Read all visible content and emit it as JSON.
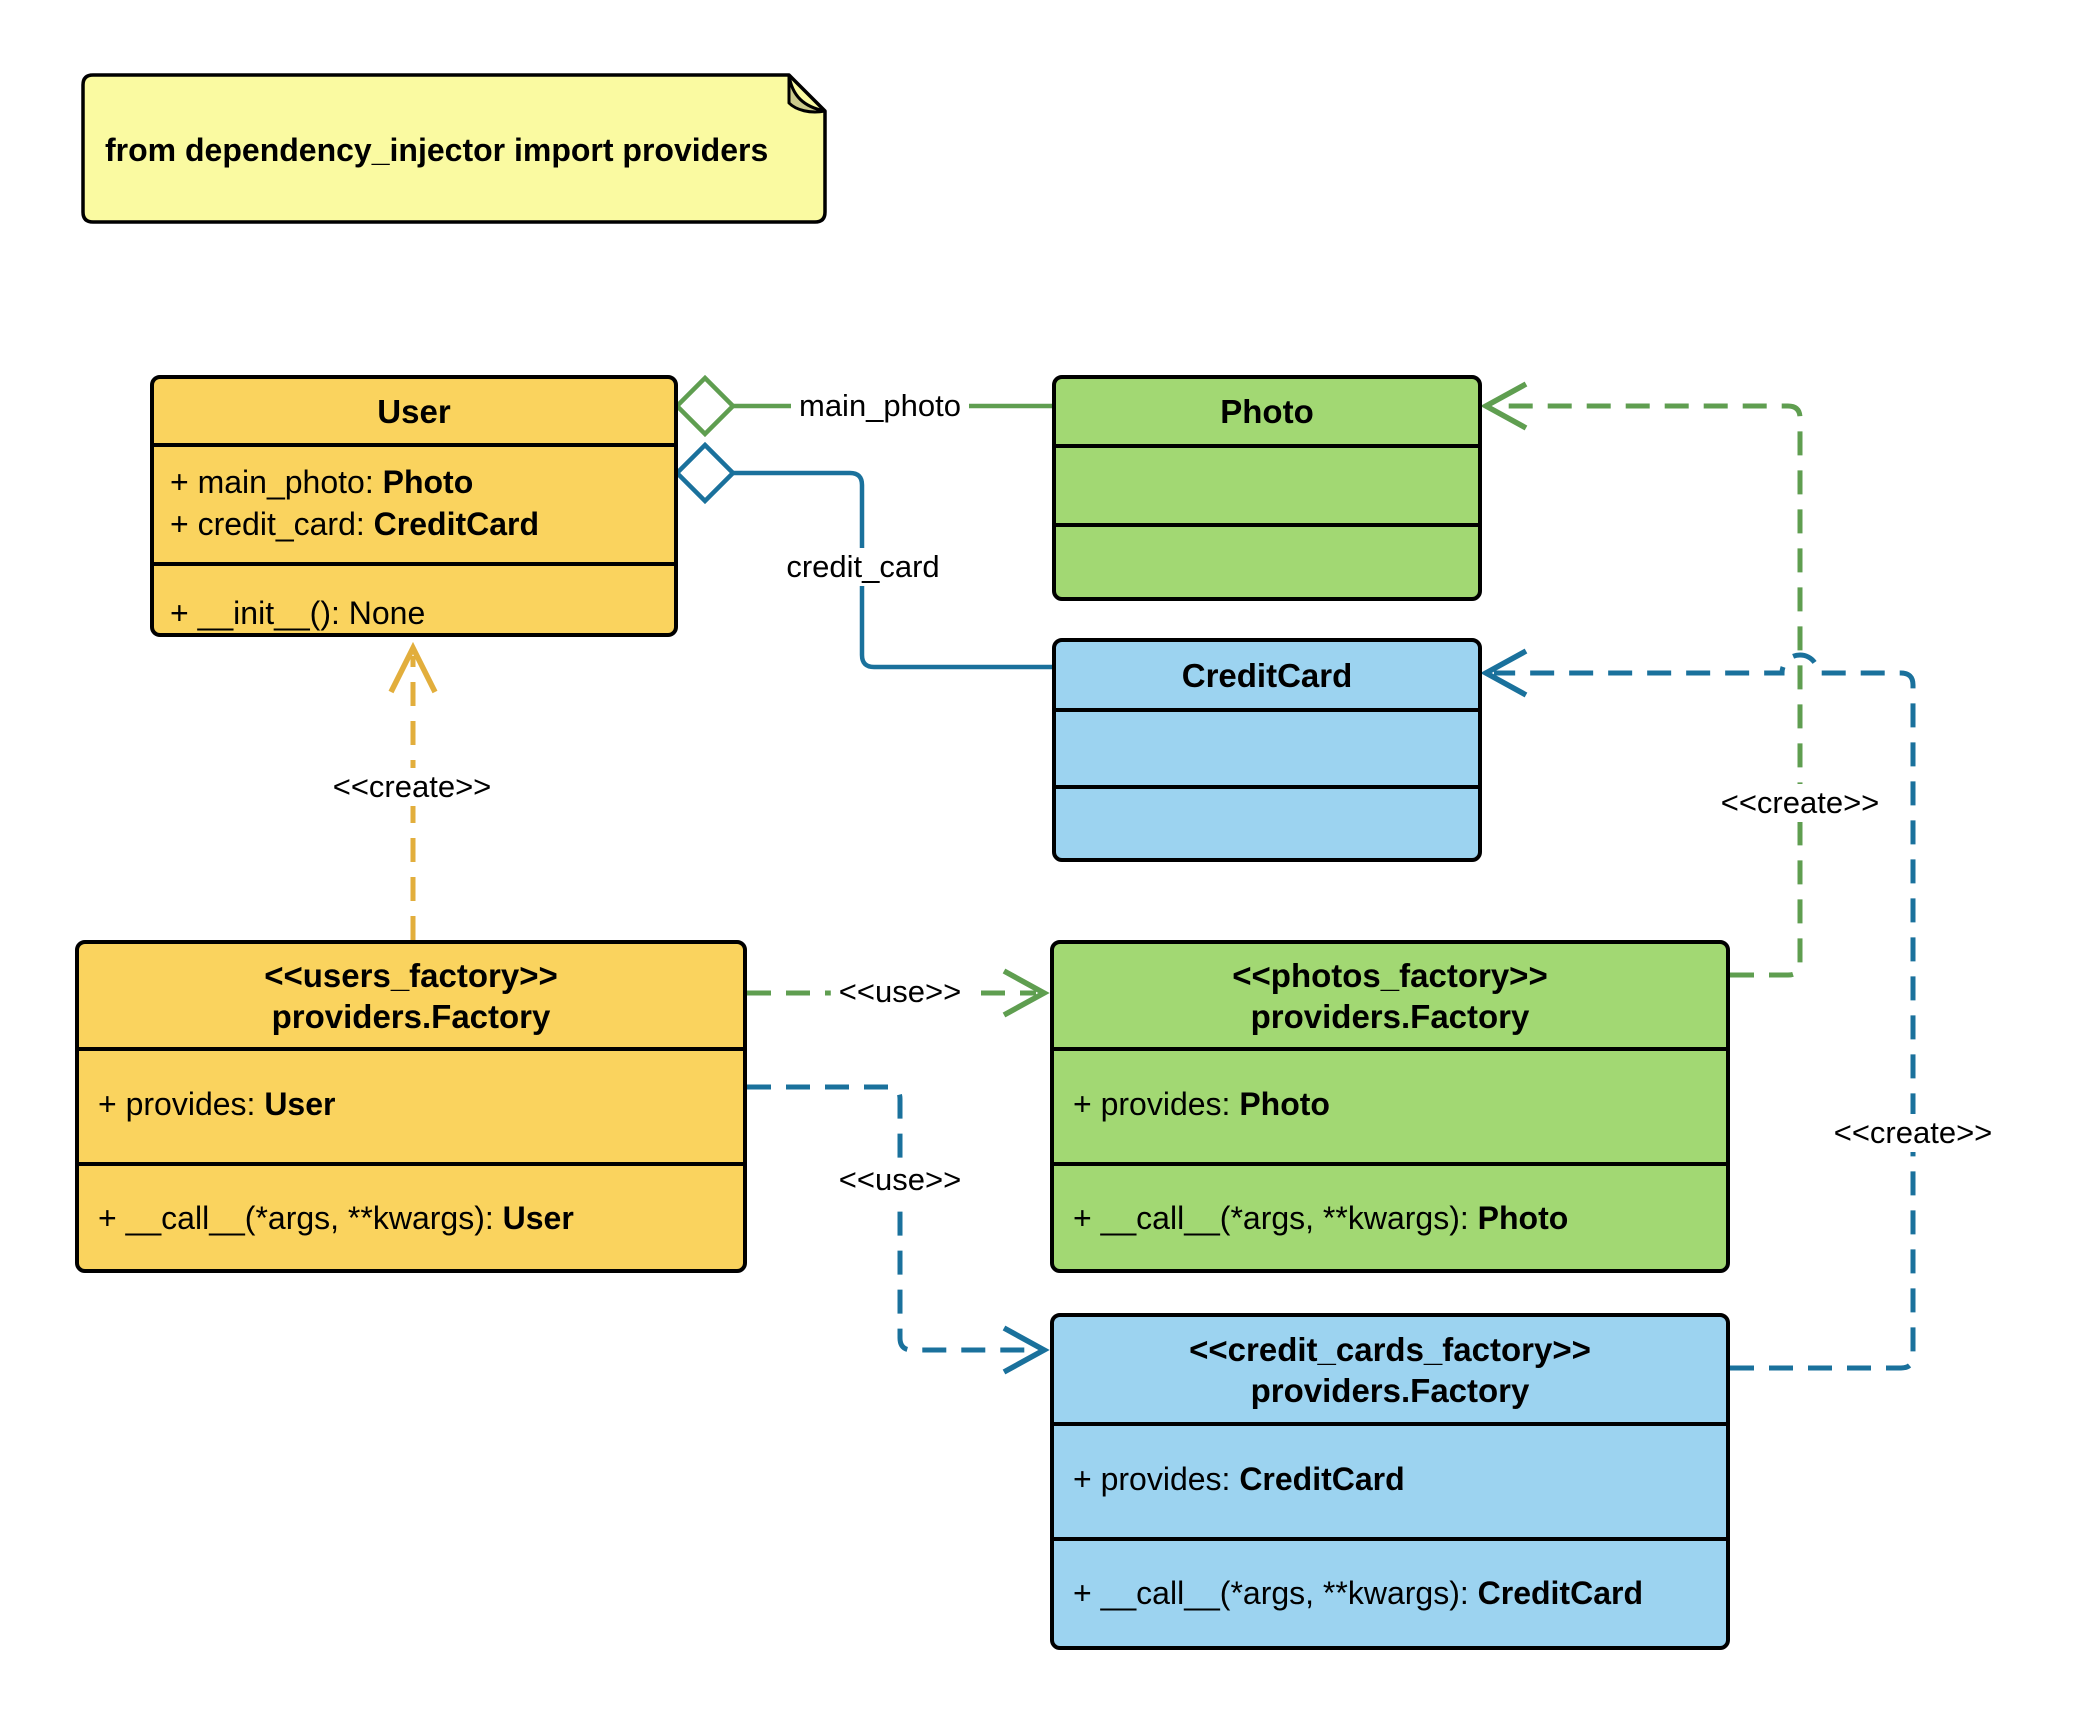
{
  "note": {
    "text": "from dependency_injector import providers"
  },
  "classes": {
    "user": {
      "title": "User",
      "attributes": [
        {
          "text": "+ main_photo: ",
          "type": "Photo"
        },
        {
          "text": "+ credit_card: ",
          "type": "CreditCard"
        }
      ],
      "methods": [
        {
          "text": "+ __init__(): None",
          "type": ""
        }
      ]
    },
    "photo": {
      "title": "Photo",
      "attributes": [],
      "methods": []
    },
    "credit_card": {
      "title": "CreditCard",
      "attributes": [],
      "methods": []
    },
    "users_factory": {
      "stereotype": "<<users_factory>>",
      "title": "providers.Factory",
      "attributes": [
        {
          "text": "+ provides: ",
          "type": "User"
        }
      ],
      "methods": [
        {
          "text": "+ __call__(*args, **kwargs): ",
          "type": "User"
        }
      ]
    },
    "photos_factory": {
      "stereotype": "<<photos_factory>>",
      "title": "providers.Factory",
      "attributes": [
        {
          "text": "+ provides: ",
          "type": "Photo"
        }
      ],
      "methods": [
        {
          "text": "+ __call__(*args, **kwargs): ",
          "type": "Photo"
        }
      ]
    },
    "credit_cards_factory": {
      "stereotype": "<<credit_cards_factory>>",
      "title": "providers.Factory",
      "attributes": [
        {
          "text": "+ provides: ",
          "type": "CreditCard"
        }
      ],
      "methods": [
        {
          "text": "+ __call__(*args, **kwargs): ",
          "type": "CreditCard"
        }
      ]
    }
  },
  "edges": [
    {
      "from": "User",
      "to": "Photo",
      "relation": "aggregation",
      "style": "solid",
      "color": "#5F9E50",
      "label": "main_photo"
    },
    {
      "from": "User",
      "to": "CreditCard",
      "relation": "aggregation",
      "style": "solid",
      "color": "#1A719C",
      "label": "credit_card"
    },
    {
      "from": "users_factory",
      "to": "User",
      "relation": "dependency",
      "style": "dashed",
      "color": "#E2AE3C",
      "label": "<<create>>"
    },
    {
      "from": "users_factory",
      "to": "photos_factory",
      "relation": "dependency",
      "style": "dashed",
      "color": "#5F9E50",
      "label": "<<use>>"
    },
    {
      "from": "users_factory",
      "to": "credit_cards_factory",
      "relation": "dependency",
      "style": "dashed",
      "color": "#1A719C",
      "label": "<<use>>"
    },
    {
      "from": "photos_factory",
      "to": "Photo",
      "relation": "dependency",
      "style": "dashed",
      "color": "#5F9E50",
      "label": "<<create>>"
    },
    {
      "from": "credit_cards_factory",
      "to": "CreditCard",
      "relation": "dependency",
      "style": "dashed",
      "color": "#1A719C",
      "label": "<<create>>"
    }
  ],
  "colors": {
    "class_yellow": "#FAD35E",
    "class_green": "#A2D873",
    "class_blue": "#9CD3F0",
    "note_fill": "#FAFAA1",
    "note_fold": "#CCCB8C",
    "edge_green": "#5F9E50",
    "edge_blue": "#1A719C",
    "edge_gold": "#E2AE3C",
    "border": "#000000"
  }
}
